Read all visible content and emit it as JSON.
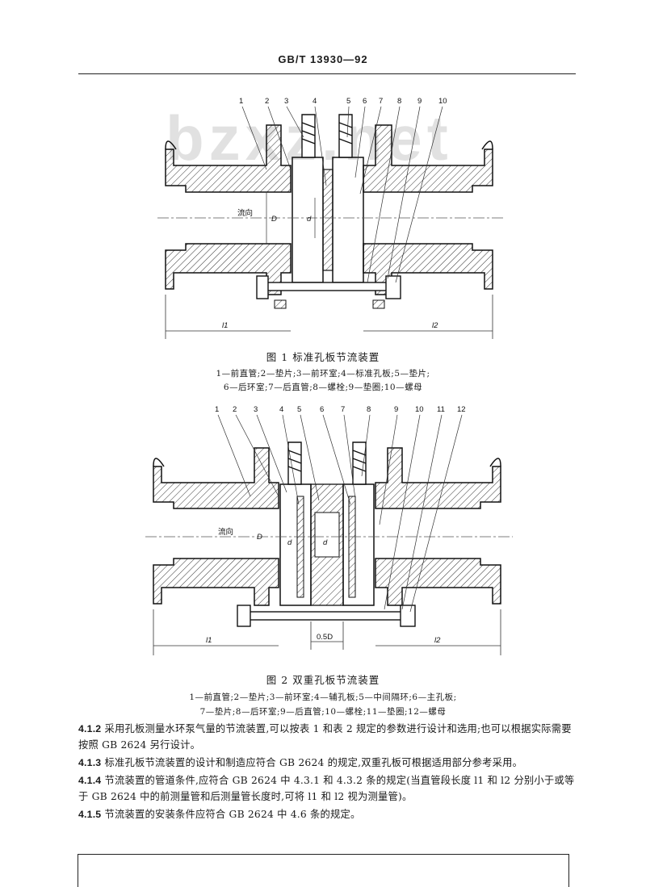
{
  "header": {
    "standard_code": "GB/T 13930—92"
  },
  "watermark": "bzxz.net",
  "figure1": {
    "caption": "图 1   标准孔板节流装置",
    "legend_line1": "1—前直管;2—垫片;3—前环室;4—标准孔板;5—垫片;",
    "legend_line2": "6—后环室;7—后直管;8—螺栓;9—垫圈;10—螺母",
    "callouts": [
      "1",
      "2",
      "3",
      "4",
      "5",
      "6",
      "7",
      "8",
      "9",
      "10"
    ],
    "label_flow": "流向",
    "label_D": "D",
    "label_d": "d",
    "label_l1": "l1",
    "label_l2": "l2"
  },
  "figure2": {
    "caption": "图 2   双重孔板节流装置",
    "legend_line1": "1—前直管;2—垫片;3—前环室;4—辅孔板;5—中间隔环;6—主孔板;",
    "legend_line2": "7—垫片;8—后环室;9—后直管;10—螺栓;11—垫圈;12—螺母",
    "callouts": [
      "1",
      "2",
      "3",
      "4",
      "5",
      "6",
      "7",
      "8",
      "9",
      "10",
      "11",
      "12"
    ],
    "label_flow": "流向",
    "label_D": "D",
    "label_d": "d",
    "label_half_D": "0.5D",
    "label_l1": "l1",
    "label_l2": "l2"
  },
  "paragraphs": [
    {
      "num": "4.1.2",
      "text": "采用孔板测量水环泵气量的节流装置,可以按表 1 和表 2 规定的参数进行设计和选用;也可以根据实际需要按照 GB 2624 另行设计。"
    },
    {
      "num": "4.1.3",
      "text": "标准孔板节流装置的设计和制造应符合 GB 2624 的规定,双重孔板可根据适用部分参考采用。"
    },
    {
      "num": "4.1.4",
      "text": "节流装置的管道条件,应符合 GB 2624 中 4.3.1 和 4.3.2 条的规定(当直管段长度 l1 和 l2 分别小于或等于 GB 2624 中的前测量管和后测量管长度时,可将 l1 和 l2 视为测量管)。"
    },
    {
      "num": "4.1.5",
      "text": "节流装置的安装条件应符合 GB 2624 中 4.6 条的规定。"
    }
  ]
}
